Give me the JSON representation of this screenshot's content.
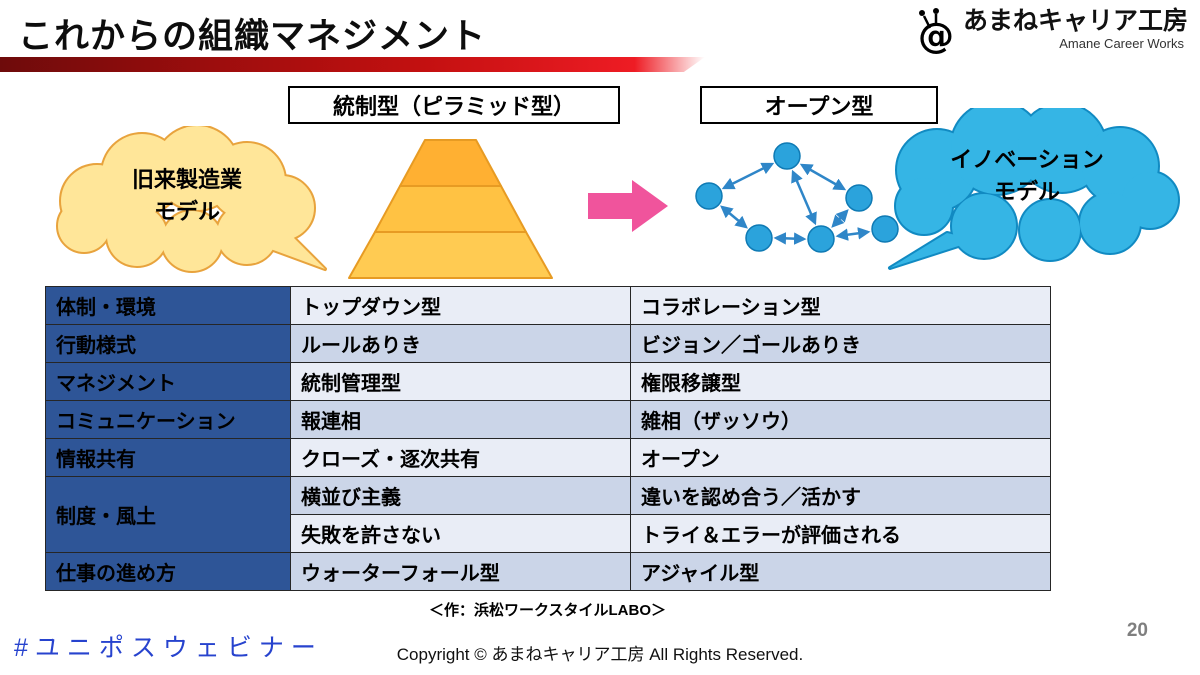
{
  "colors": {
    "header_blue": "#2E5597",
    "row_light": "#E9EDF6",
    "row_dark": "#CBD5E8",
    "pyramid_orange": "#FFC243",
    "cloud_yellow": "#FFE699",
    "cloud_blue": "#35B5E5",
    "arrow_pink": "#F0549C",
    "bar_red": "#C31010",
    "hashtag_blue": "#2743CE"
  },
  "header": {
    "title": "これからの組織マネジメント",
    "logo_name": "あまねキャリア工房",
    "logo_subtitle": "Amane Career Works",
    "logo_icon": "snail-at-icon"
  },
  "diagram": {
    "left_type_label": "統制型（ピラミッド型）",
    "right_type_label": "オープン型",
    "left_cloud": {
      "line1": "旧来製造業",
      "line2": "モデル"
    },
    "right_cloud": {
      "line1": "イノベーション",
      "line2": "モデル"
    },
    "pyramid_icon": "pyramid-shape",
    "arrow_icon": "transform-right-arrow",
    "network_icon": "open-network-graph"
  },
  "table": {
    "rows": [
      {
        "header": "体制・環境",
        "pyramid": "トップダウン型",
        "open": "コラボレーション型"
      },
      {
        "header": "行動様式",
        "pyramid": "ルールありき",
        "open": "ビジョン／ゴールありき"
      },
      {
        "header": "マネジメント",
        "pyramid": "統制管理型",
        "open": "権限移譲型"
      },
      {
        "header": "コミュニケーション",
        "pyramid": "報連相",
        "open": "雑相（ザッソウ）"
      },
      {
        "header": "情報共有",
        "pyramid": "クローズ・逐次共有",
        "open": "オープン"
      },
      {
        "header": "制度・風土",
        "pyramid": "横並び主義",
        "open": "違いを認め合う／活かす"
      },
      {
        "header": "",
        "pyramid": "失敗を許さない",
        "open": "トライ＆エラーが評価される"
      },
      {
        "header": "仕事の進め方",
        "pyramid": "ウォーターフォール型",
        "open": "アジャイル型"
      }
    ],
    "caption": "＜作：浜松ワークスタイルLABO＞"
  },
  "footer": {
    "hashtag": "#ユニポスウェビナー",
    "copyright": "Copyright © あまねキャリア工房  All Rights Reserved.",
    "page_number": "20"
  }
}
